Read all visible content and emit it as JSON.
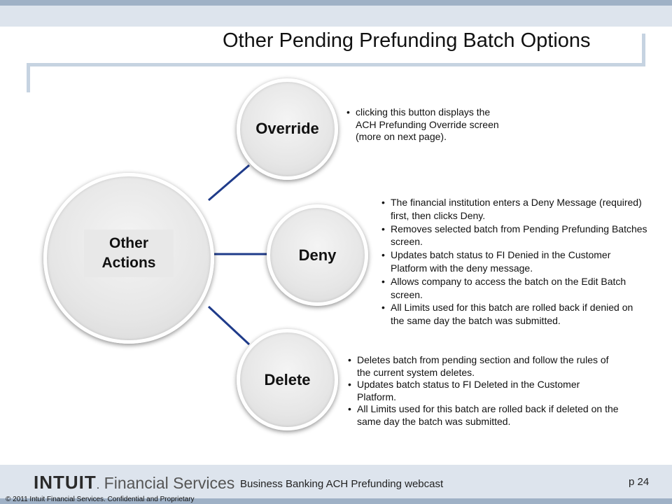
{
  "title": "Other Pending Prefunding Batch Options",
  "center": {
    "line1": "Other",
    "line2": "Actions"
  },
  "actions": [
    {
      "name": "Override",
      "bullets": [
        "clicking this button displays the ACH Prefunding Override screen (more on next page)."
      ]
    },
    {
      "name": "Deny",
      "bullets": [
        "The financial institution enters a Deny Message (required) first, then clicks Deny.",
        "Removes selected batch from Pending Prefunding Batches screen.",
        "Updates batch status to FI Denied in the Customer Platform with the deny message.",
        "Allows company to access the batch on the Edit Batch screen.",
        "All Limits used for this batch are rolled back if denied on the same day the batch was submitted."
      ]
    },
    {
      "name": "Delete",
      "bullets": [
        "Deletes batch from pending section and follow the rules of the current system deletes.",
        "Updates batch status to FI Deleted in the Customer Platform.",
        "All Limits used for this batch are rolled back if deleted on the same day the batch was submitted."
      ]
    }
  ],
  "footer": {
    "logo_brand": "INTUIT",
    "logo_sub": "Financial Services",
    "webcast": "Business Banking ACH Prefunding webcast",
    "page": "p 24",
    "copyright": "© 2011 Intuit Financial Services.  Confidential and Proprietary"
  }
}
